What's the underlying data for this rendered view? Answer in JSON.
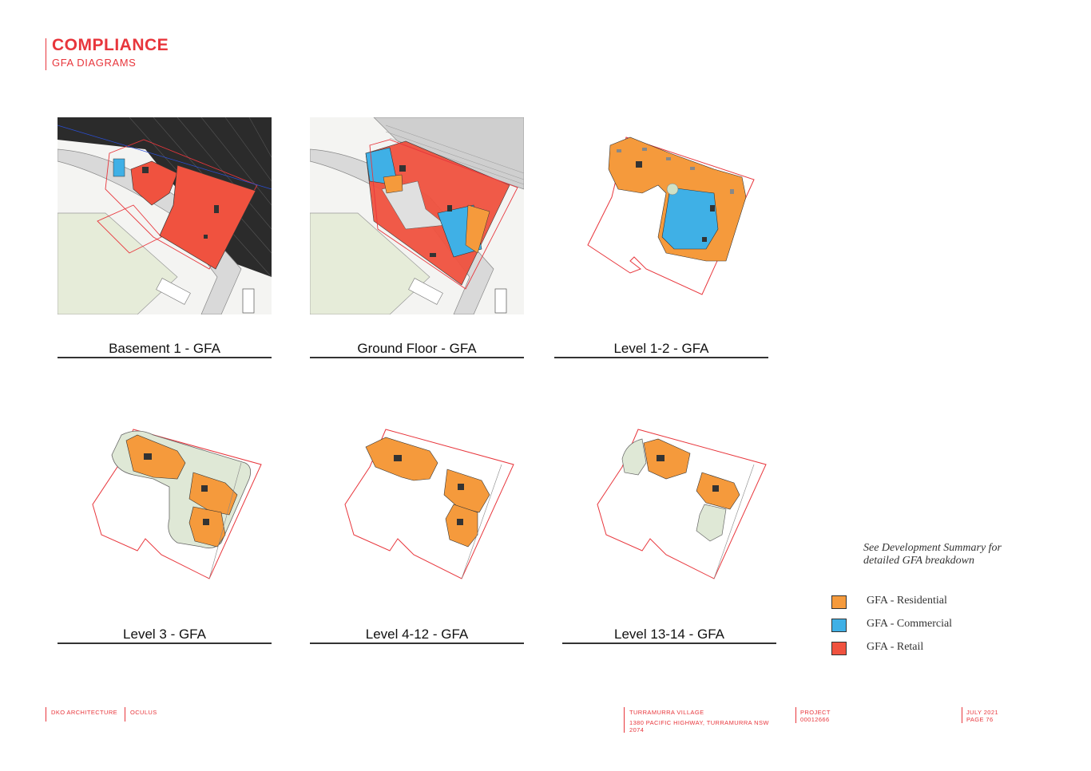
{
  "header": {
    "title": "COMPLIANCE",
    "subtitle": "GFA DIAGRAMS"
  },
  "panels": [
    {
      "caption": "Basement 1 - GFA"
    },
    {
      "caption": "Ground Floor - GFA"
    },
    {
      "caption": "Level 1-2 - GFA"
    },
    {
      "caption": "Level 3 - GFA"
    },
    {
      "caption": "Level 4-12 - GFA"
    },
    {
      "caption": "Level 13-14 - GFA"
    }
  ],
  "note": {
    "line1": "See Development Summary for",
    "line2": "detailed GFA breakdown"
  },
  "legend": [
    {
      "label": "GFA - Residential",
      "color": "#f59a3c"
    },
    {
      "label": "GFA - Commercial",
      "color": "#3fb0e6"
    },
    {
      "label": "GFA - Retail",
      "color": "#f0523f"
    }
  ],
  "colors": {
    "accent": "#e8363c",
    "residential": "#f59a3c",
    "commercial": "#3fb0e6",
    "retail": "#f0523f"
  },
  "footer": {
    "firm1": "DKO ARCHITECTURE",
    "firm2": "OCULUS",
    "project_name": "TURRAMURRA VILLAGE",
    "address_line1": "1380 PACIFIC HIGHWAY, TURRAMURRA NSW",
    "address_line2": "2074",
    "project_label": "PROJECT",
    "project_number": "00012666",
    "date": "JULY 2021",
    "page": "PAGE 76"
  }
}
